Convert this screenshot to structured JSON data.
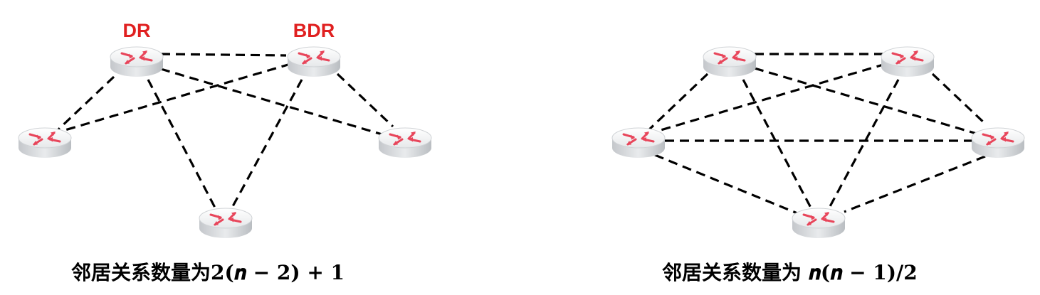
{
  "accent_color": "#e02020",
  "router_icon": "router-icon",
  "left_diagram": {
    "dr_label": "DR",
    "bdr_label": "BDR",
    "caption_prefix": "邻居关系数量为",
    "caption_formula": "2(𝒏 − 2) + 1"
  },
  "right_diagram": {
    "caption_prefix": "邻居关系数量为 ",
    "caption_formula": "𝒏(𝒏 − 1)/2"
  }
}
